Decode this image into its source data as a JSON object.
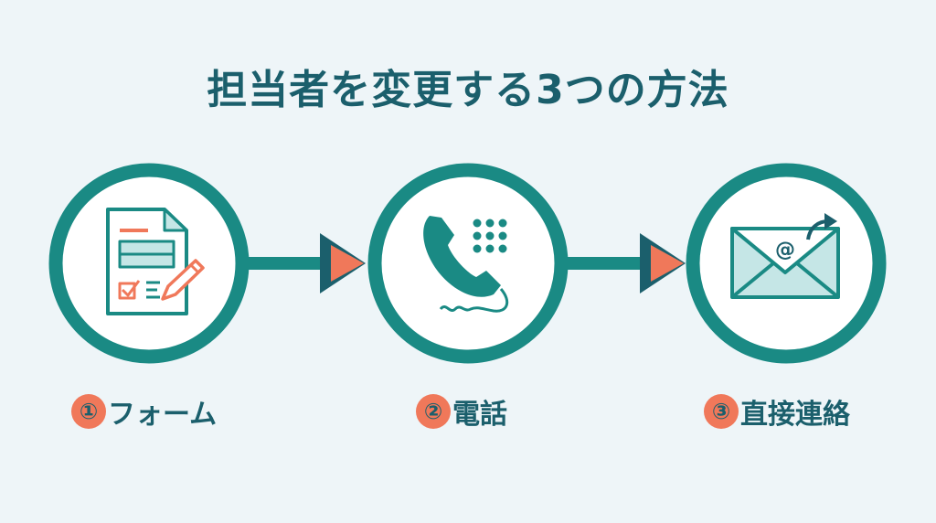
{
  "title": "担当者を変更する3つの方法",
  "colors": {
    "teal": "#1a8a84",
    "dark": "#1b5f6c",
    "coral": "#f0785a",
    "light": "#c5e6e6",
    "bg": "#eef5f8"
  },
  "steps": [
    {
      "number": "①",
      "label": "フォーム",
      "icon": "form-document-pencil-icon"
    },
    {
      "number": "②",
      "label": "電話",
      "icon": "telephone-keypad-icon"
    },
    {
      "number": "③",
      "label": "直接連絡",
      "icon": "email-envelope-at-icon"
    }
  ]
}
